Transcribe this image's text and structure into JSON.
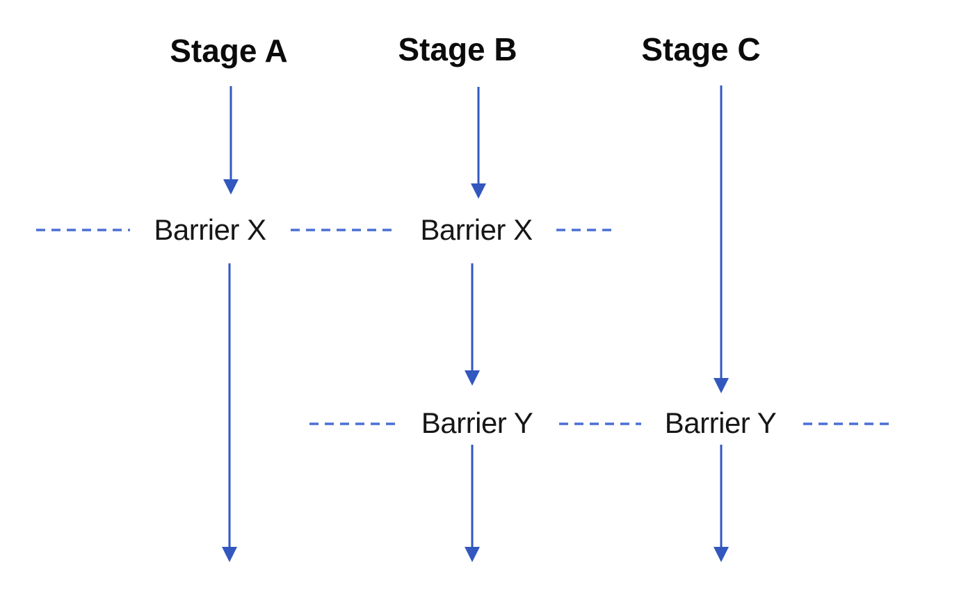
{
  "diagram": {
    "stages": [
      {
        "id": "a",
        "label": "Stage A"
      },
      {
        "id": "b",
        "label": "Stage B"
      },
      {
        "id": "c",
        "label": "Stage C"
      }
    ],
    "barriers": {
      "x": {
        "label": "Barrier X",
        "spans_stages": [
          "Stage A",
          "Stage B"
        ]
      },
      "y": {
        "label": "Barrier Y",
        "spans_stages": [
          "Stage B",
          "Stage C"
        ]
      }
    },
    "colors": {
      "arrow_blue": "#3257BE",
      "dash_blue": "#4A6FD4",
      "text_black": "#0b0b0b",
      "background": "#FFFFFF"
    }
  }
}
